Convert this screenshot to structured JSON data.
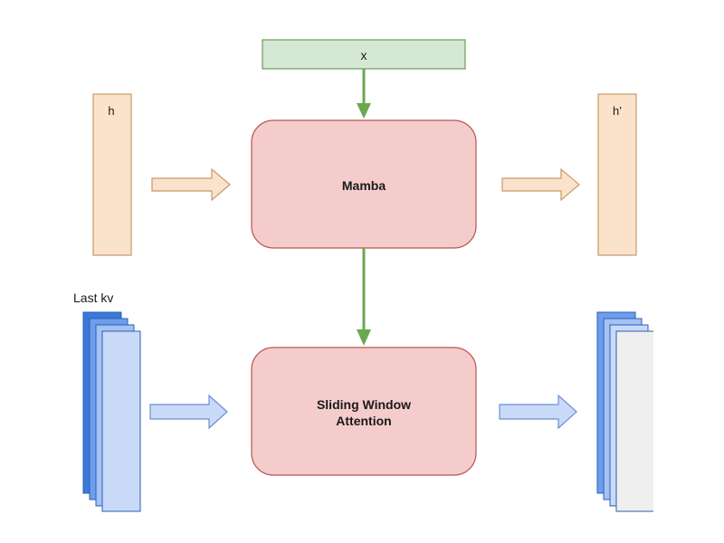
{
  "input_x": {
    "label": "x",
    "fill": "#d5e8d4",
    "stroke": "#6a9b5a"
  },
  "state_h": {
    "label": "h",
    "fill": "#fbe3cb",
    "stroke": "#c9976b"
  },
  "state_h_prime": {
    "label": "h’",
    "fill": "#fbe3cb",
    "stroke": "#c9976b"
  },
  "mamba_block": {
    "label": "Mamba",
    "fill": "#f4cccc",
    "stroke": "#b85450"
  },
  "swa_block": {
    "label_line1": "Sliding Window",
    "label_line2": "Attention",
    "fill": "#f4cccc",
    "stroke": "#b85450"
  },
  "last_kv": {
    "label": "Last kv"
  },
  "colors": {
    "green_arrow": "#6aa84f",
    "orange_arrow_fill": "#fbe3cb",
    "orange_arrow_stroke": "#c9976b",
    "blue_arrow_fill": "#c9daf8",
    "blue_arrow_stroke": "#6d8fd0",
    "kv_dark": "#3c78d8",
    "kv_mid": "#6d9eeb",
    "kv_light": "#a4c2f4",
    "kv_lightest": "#c9daf8",
    "kv_stroke": "#2c5fb3",
    "output_kv_front": "#efefef"
  }
}
